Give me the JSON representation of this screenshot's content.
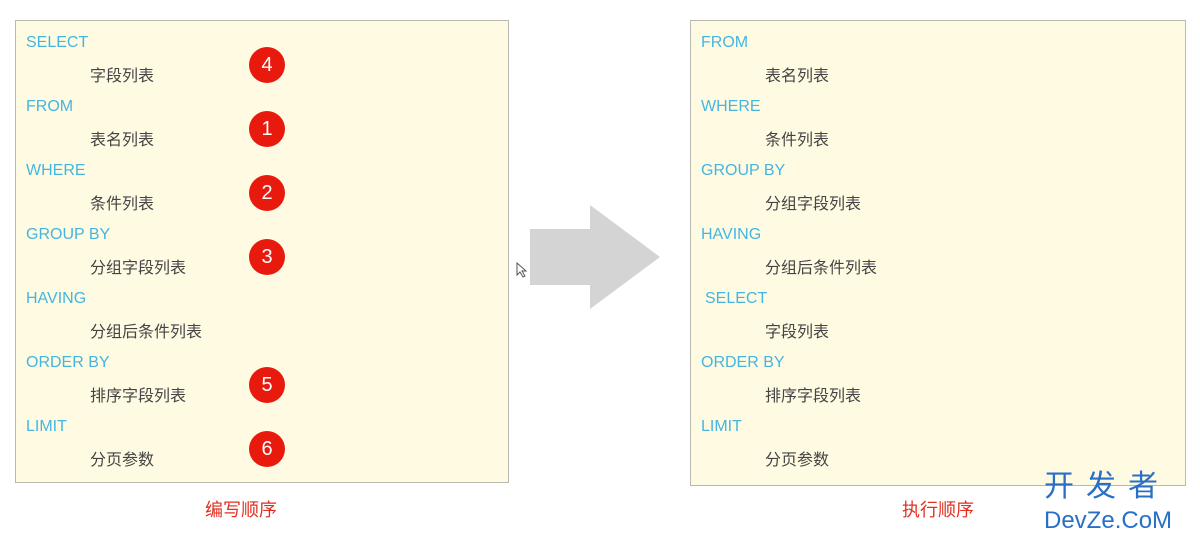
{
  "left": {
    "caption": "编写顺序",
    "rows": [
      {
        "kw": "SELECT",
        "sub": "字段列表",
        "badge": "4"
      },
      {
        "kw": "FROM",
        "sub": "表名列表",
        "badge": "1"
      },
      {
        "kw": "WHERE",
        "sub": "条件列表",
        "badge": "2"
      },
      {
        "kw": "GROUP  BY",
        "sub": "分组字段列表",
        "badge": "3"
      },
      {
        "kw": "HAVING",
        "sub": "分组后条件列表",
        "badge": ""
      },
      {
        "kw": "ORDER BY",
        "sub": "排序字段列表",
        "badge": "5"
      },
      {
        "kw": "LIMIT",
        "sub": "分页参数",
        "badge": "6"
      }
    ]
  },
  "right": {
    "caption": "执行顺序",
    "rows": [
      {
        "kw": "FROM",
        "sub": "表名列表"
      },
      {
        "kw": "WHERE",
        "sub": "条件列表"
      },
      {
        "kw": "GROUP  BY",
        "sub": "分组字段列表"
      },
      {
        "kw": "HAVING",
        "sub": "分组后条件列表"
      },
      {
        "kw": "SELECT",
        "sub": "字段列表"
      },
      {
        "kw": "ORDER BY",
        "sub": "排序字段列表"
      },
      {
        "kw": "LIMIT",
        "sub": "分页参数"
      }
    ]
  },
  "watermark": {
    "line1": "开发者",
    "line2": "DevZe.CoM"
  }
}
